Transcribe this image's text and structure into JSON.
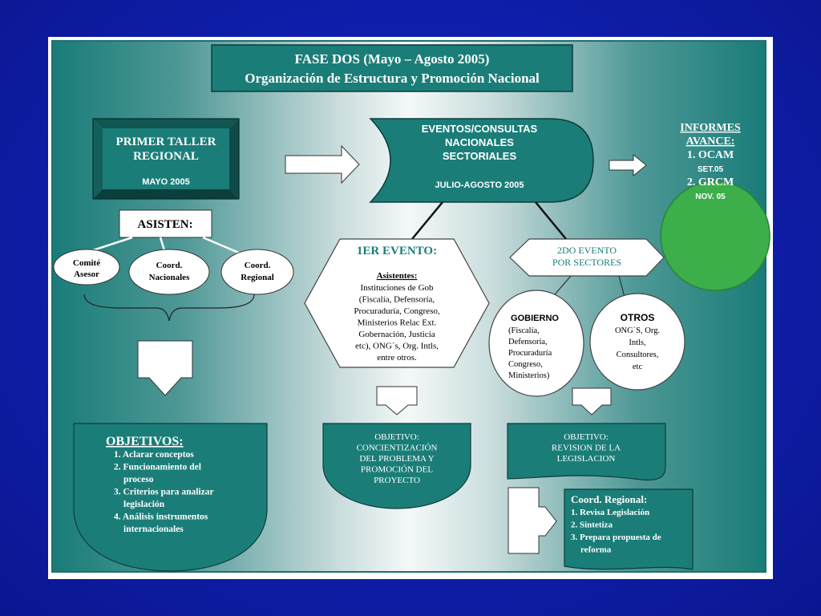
{
  "title": {
    "line1": "FASE DOS (Mayo – Agosto 2005)",
    "line2": "Organización de Estructura y Promoción Nacional"
  },
  "taller": {
    "line1": "PRIMER TALLER",
    "line2": "REGIONAL",
    "date": "MAYO 2005"
  },
  "eventos": {
    "line1": "EVENTOS/CONSULTAS",
    "line2": "NACIONALES",
    "line3": "SECTORIALES",
    "date": "JULIO-AGOSTO 2005"
  },
  "informes": {
    "line1": "INFORMES",
    "line2": "AVANCE:",
    "item1": "1. OCAM",
    "item1_date": "SET.05",
    "item2": "2. GRCM",
    "item2_date": "NOV. 05"
  },
  "asisten": {
    "label": "ASISTEN:",
    "c1a": "Comité",
    "c1b": "Asesor",
    "c2a": "Coord.",
    "c2b": "Nacionales",
    "c3a": "Coord.",
    "c3b": "Regional"
  },
  "evento1": {
    "title": "1ER EVENTO:",
    "heading": "Asistentes:",
    "lines": [
      "Instituciones de Gob",
      "(Fiscalía, Defensoría,",
      "Procuraduría, Congreso,",
      "Ministerios Relac Ext.",
      "Gobernación, Justicia",
      "etc), ONG´s, Org. Intls,",
      "entre otros."
    ]
  },
  "evento2": {
    "line1": "2DO EVENTO",
    "line2": "POR SECTORES"
  },
  "gobierno": {
    "title": "GOBIERNO",
    "lines": [
      "(Fiscalía,",
      "Defensoría,",
      "Procuraduría",
      "Congreso,",
      "Ministerios)"
    ]
  },
  "otros": {
    "title": "OTROS",
    "lines": [
      "ONG´S, Org.",
      "Intls,",
      "Consultores,",
      "etc"
    ]
  },
  "objetivos": {
    "title": "OBJETIVOS:",
    "items": [
      "1. Aclarar conceptos",
      "2. Funcionamiento del",
      "proceso",
      "3. Criterios para analizar",
      "legislación",
      "4. Análisis instrumentos",
      "internacionales"
    ]
  },
  "objetivo1": {
    "lines": [
      "OBJETIVO:",
      "CONCIENTIZACIÓN",
      "DEL PROBLEMA Y",
      "PROMOCIÓN DEL",
      "PROYECTO"
    ]
  },
  "objetivo2": {
    "lines": [
      "OBJETIVO:",
      "REVISION DE LA",
      "LEGISLACION"
    ]
  },
  "coord": {
    "title": "Coord. Regional:",
    "items": [
      "1. Revisa Legislación",
      "2. Sintetiza",
      "3. Prepara propuesta de",
      "reforma"
    ]
  },
  "colors": {
    "teal": "#1a7d78",
    "green": "#3cae4a",
    "border": "#0d3d3a"
  }
}
